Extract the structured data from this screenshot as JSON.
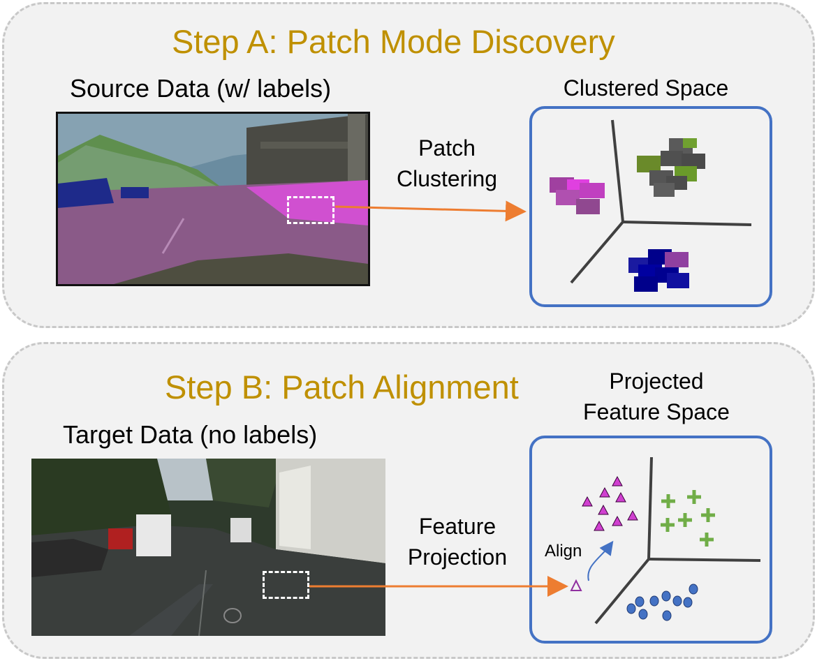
{
  "step_a": {
    "title": "Step A: Patch Mode Discovery",
    "source_label": "Source Data (w/ labels)",
    "arrow_label_line1": "Patch",
    "arrow_label_line2": "Clustering",
    "space_title": "Clustered Space"
  },
  "step_b": {
    "title": "Step B: Patch Alignment",
    "target_label": "Target Data (no labels)",
    "arrow_label_line1": "Feature",
    "arrow_label_line2": "Projection",
    "space_title_line1": "Projected",
    "space_title_line2": "Feature Space",
    "align_label": "Align"
  },
  "colors": {
    "title_gold": "#bf9000",
    "space_border": "#4472c4",
    "arrow_orange": "#ed7d31",
    "road_magenta": "#c040c0",
    "car_navy": "#00008b",
    "plus_green": "#70ad47",
    "dot_blue": "#4472c4",
    "axis_gray": "#404040"
  },
  "icons": {
    "triangle_cluster": "magenta-triangle-icon",
    "plus_cluster": "green-plus-icon",
    "dot_cluster": "blue-dot-icon",
    "query_patch": "hollow-triangle-icon"
  }
}
